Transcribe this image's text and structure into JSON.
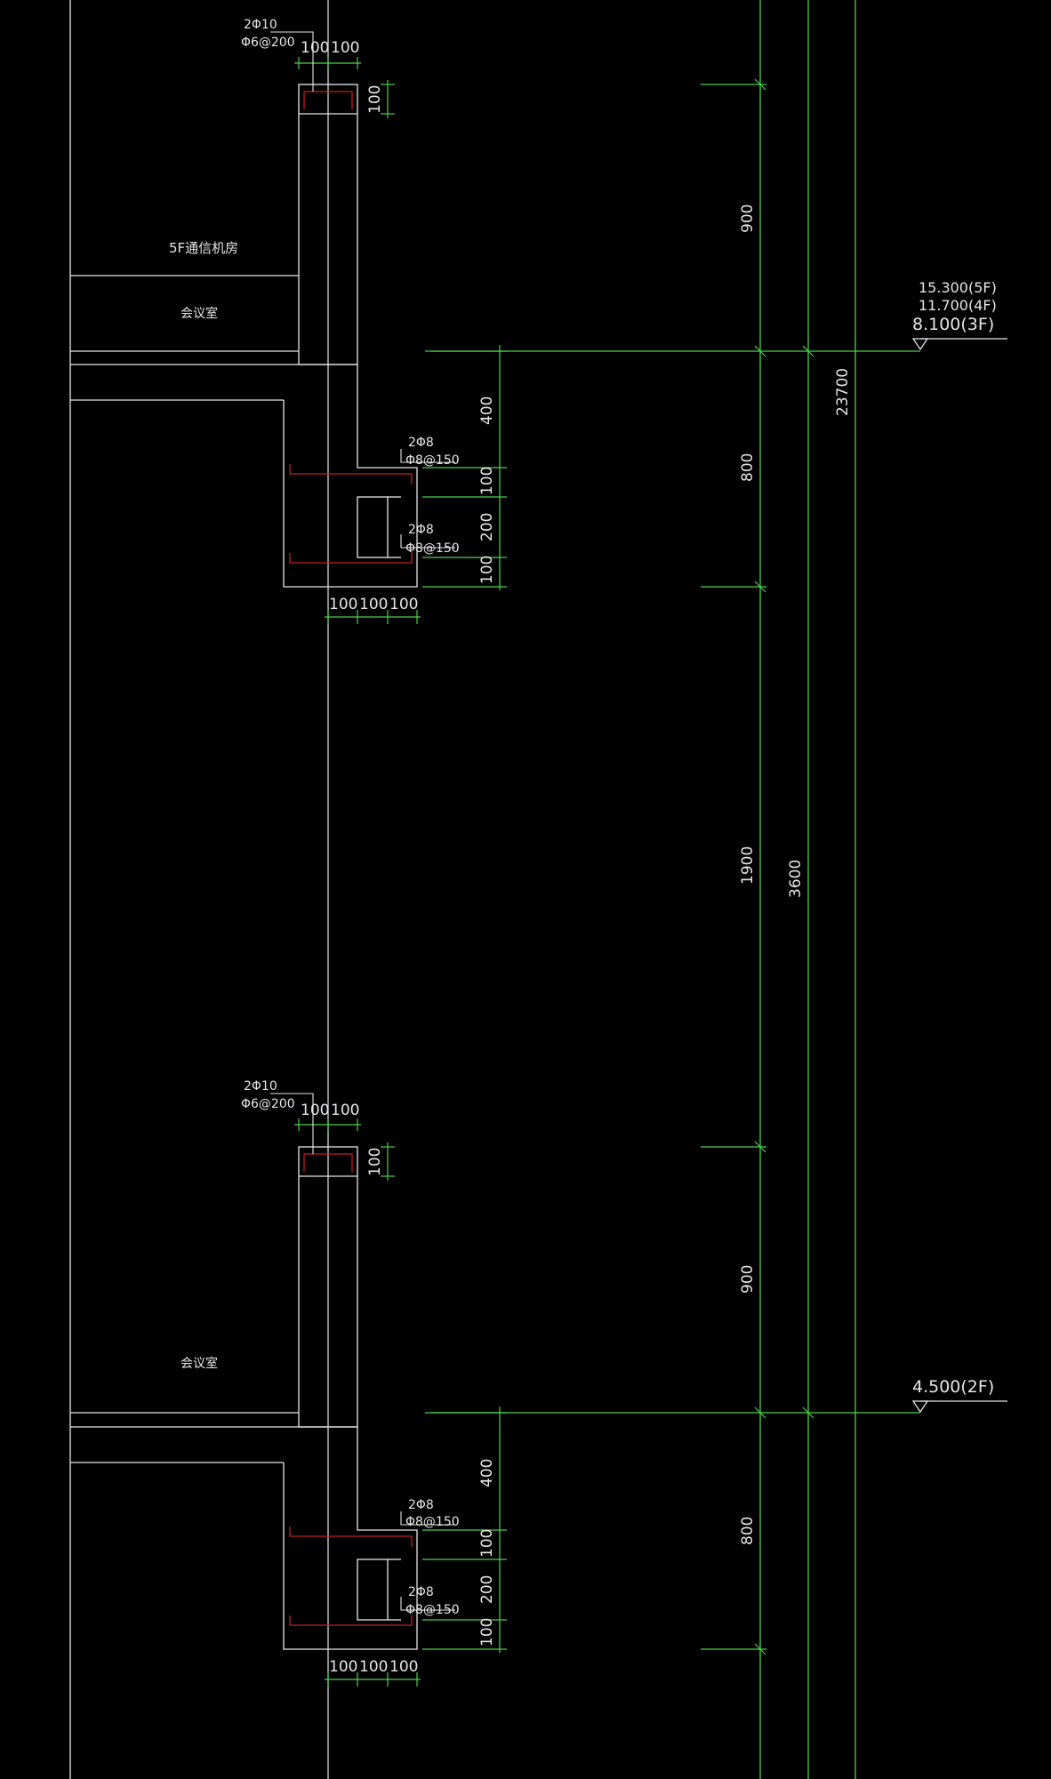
{
  "colors": {
    "background": "#000000",
    "outline": "#e6e6e6",
    "dimension": "#4dd04d",
    "rebar": "#c02020",
    "gridline": "#e6e6e6"
  },
  "elevations": {
    "level_5f": "15.300(5F)",
    "level_4f": "11.700(4F)",
    "level_3f": "8.100(3F)",
    "level_2f": "4.500(2F)"
  },
  "room_labels": {
    "upper_room_5f": "5F通信机房",
    "upper_room": "会议室",
    "lower_room": "会议室"
  },
  "upper_parapet": {
    "top_bar": "2Φ10",
    "stirrup": "Φ6@200",
    "width_dims": [
      "100",
      "100"
    ],
    "height_dim": "100"
  },
  "upper_beam": {
    "top_bar": "2Φ8",
    "top_stirrup": "Φ8@150",
    "bottom_bar": "2Φ8",
    "bottom_stirrup": "Φ8@150",
    "vertical_dims": [
      "400",
      "100",
      "200",
      "100"
    ],
    "width_dims": [
      "100",
      "100",
      "100"
    ]
  },
  "lower_parapet": {
    "top_bar": "2Φ10",
    "stirrup": "Φ6@200",
    "width_dims": [
      "100",
      "100"
    ],
    "height_dim": "100"
  },
  "lower_beam": {
    "top_bar": "2Φ8",
    "top_stirrup": "Φ8@150",
    "bottom_bar": "2Φ8",
    "bottom_stirrup": "Φ8@150",
    "vertical_dims": [
      "400",
      "100",
      "200",
      "100"
    ],
    "width_dims": [
      "100",
      "100",
      "100"
    ]
  },
  "right_dimensions": {
    "chain": [
      "900",
      "800",
      "1900",
      "900",
      "800"
    ],
    "storey": "3600",
    "total": "23700"
  }
}
